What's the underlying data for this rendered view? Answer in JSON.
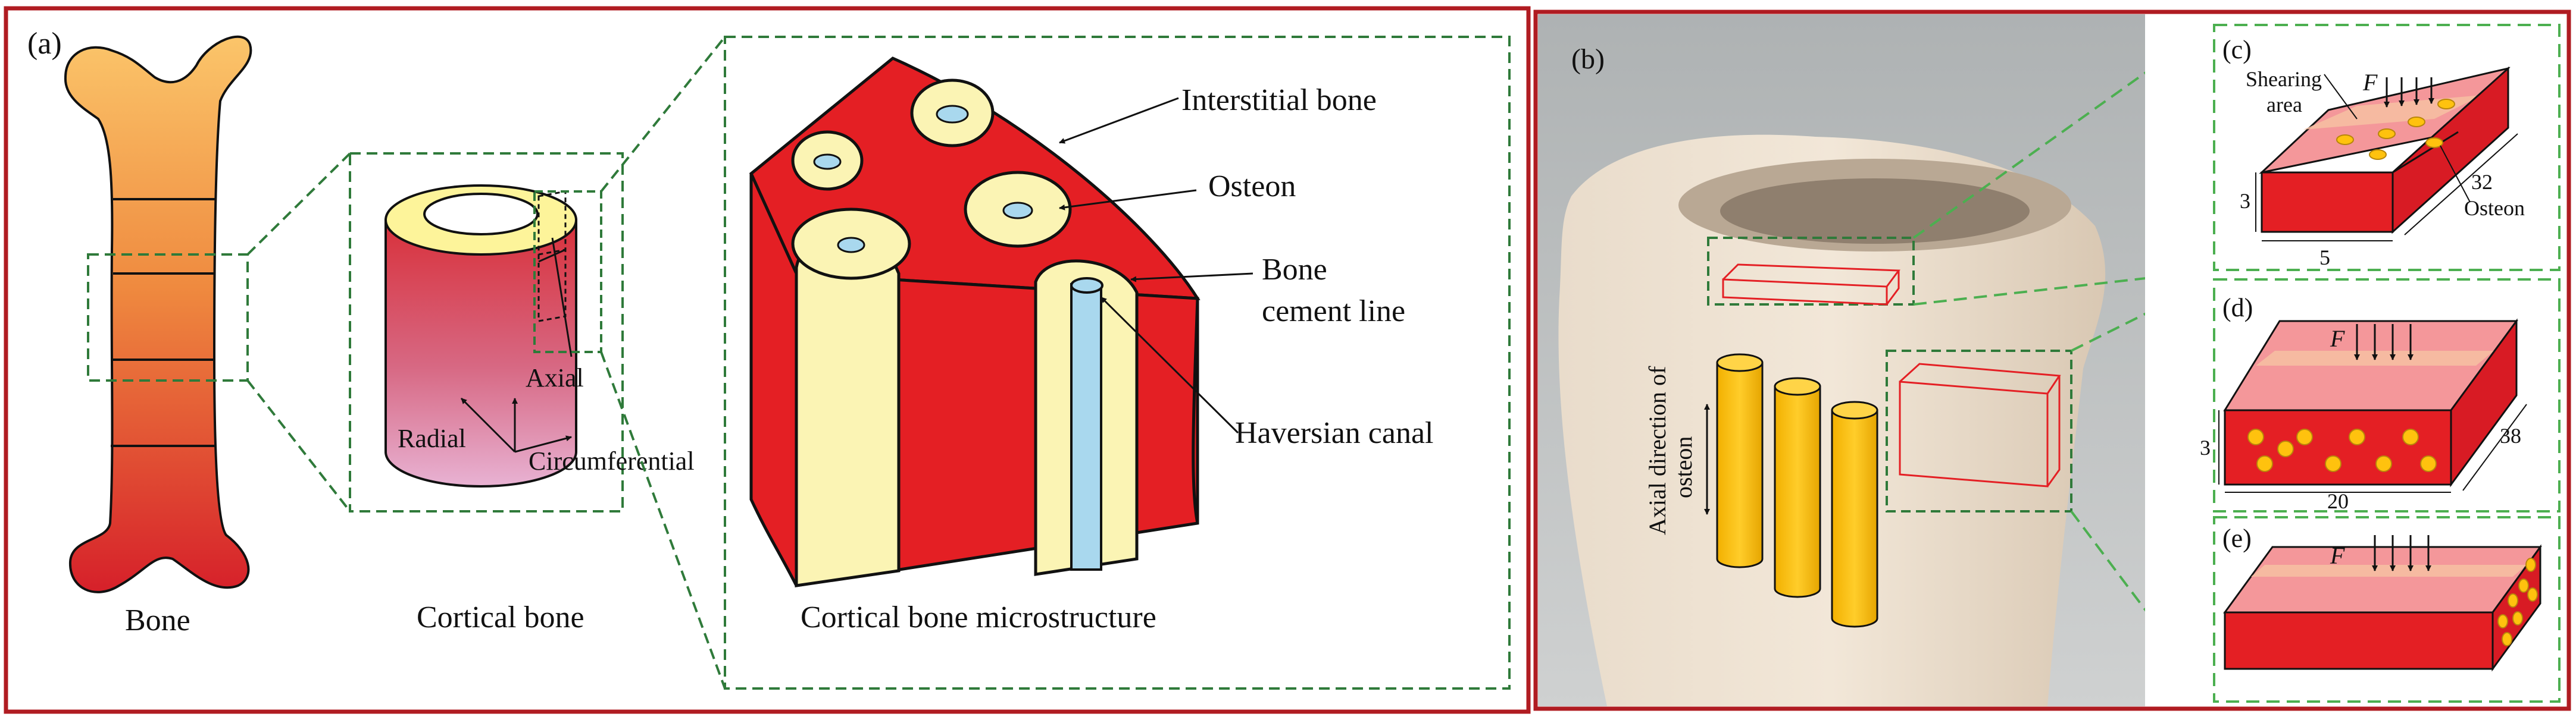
{
  "panel_a": {
    "tag": "(a)",
    "bone_caption": "Bone",
    "cortical_caption": "Cortical bone",
    "axial": "Axial",
    "radial": "Radial",
    "circumferential": "Circumferential",
    "micro_caption": "Cortical bone microstructure",
    "interstitial": "Interstitial bone",
    "osteon": "Osteon",
    "cement_1": "Bone",
    "cement_2": "cement line",
    "haversian": "Haversian canal"
  },
  "panel_b": {
    "tag": "(b)",
    "axial_1": "Axial direction of",
    "axial_2": "osteon"
  },
  "panel_c": {
    "tag": "(c)",
    "shearing_1": "Shearing",
    "shearing_2": "area",
    "force": "F",
    "dim_height": "3",
    "dim_width": "5",
    "dim_length": "32",
    "osteon": "Osteon"
  },
  "panel_d": {
    "tag": "(d)",
    "force": "F",
    "dim_height": "3",
    "dim_width": "20",
    "dim_length": "38"
  },
  "panel_e": {
    "tag": "(e)",
    "force": "F"
  },
  "colors": {
    "frame": "#b01c22",
    "dash": "#2f7a3a",
    "bone_red": "#e41f24",
    "osteon_yellow": "#fbf4b4",
    "canal_blue": "#a9d8ee",
    "cylinder_gold": "#ffc20e",
    "photo_bg": "#b9bcbd"
  }
}
